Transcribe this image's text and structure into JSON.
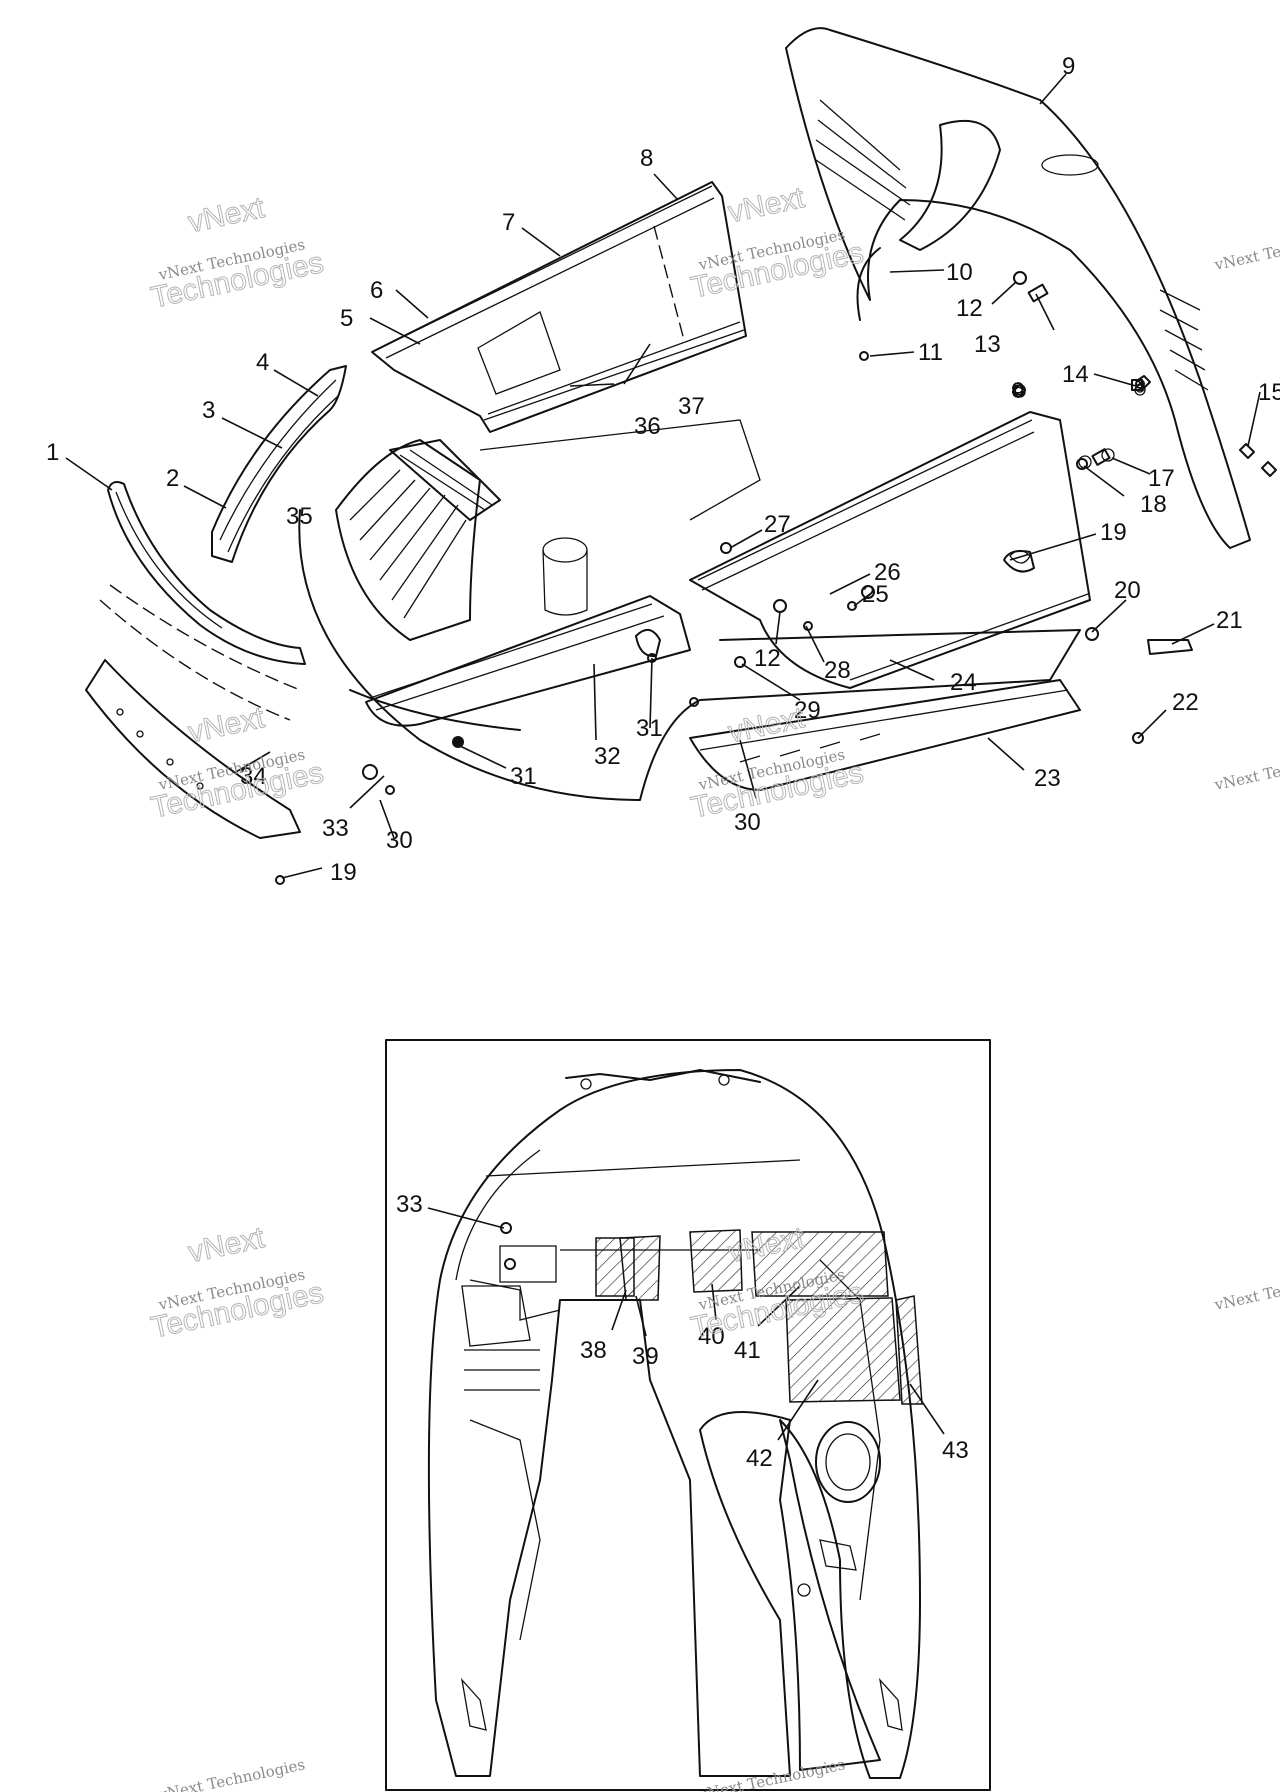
{
  "watermark": {
    "line1": "vNext Technologies",
    "line2": "vNext",
    "line3": "Technologies"
  },
  "labels": {
    "upper": [
      "1",
      "2",
      "3",
      "4",
      "5",
      "6",
      "7",
      "8",
      "9",
      "10",
      "11",
      "12",
      "13",
      "14",
      "15",
      "17",
      "18",
      "19",
      "20",
      "21",
      "22",
      "23",
      "24",
      "25",
      "26",
      "27",
      "28",
      "12",
      "29",
      "30",
      "30",
      "31",
      "31",
      "32",
      "33",
      "34",
      "35",
      "36",
      "37",
      "19"
    ],
    "inset": [
      "33",
      "38",
      "39",
      "40",
      "41",
      "42",
      "43"
    ]
  }
}
